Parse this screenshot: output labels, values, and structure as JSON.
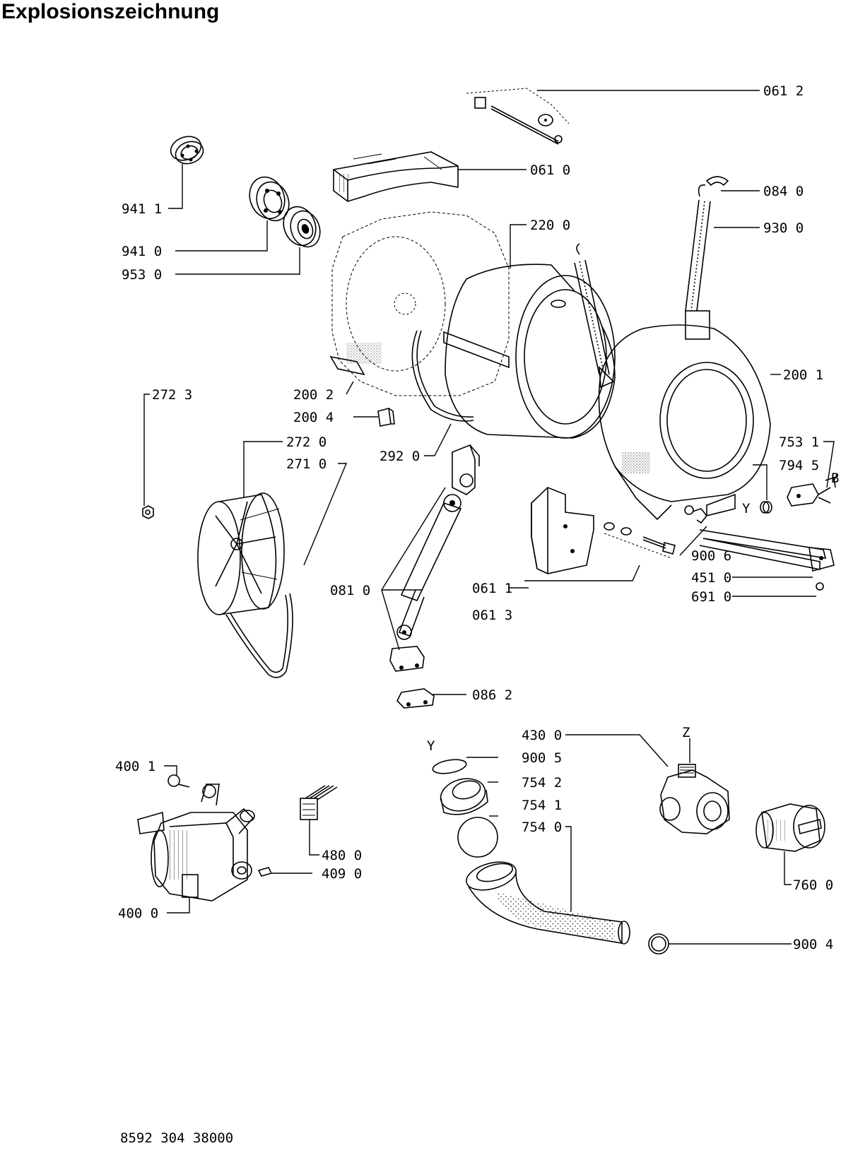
{
  "header": {
    "title": "Explosionszeichnung"
  },
  "footer": {
    "doc_number": "8592 304 38000"
  },
  "callouts": {
    "c0612": "061 2",
    "c0610": "061 0",
    "c0840": "084 0",
    "c9300": "930 0",
    "c2200": "220 0",
    "c9411": "941 1",
    "c9410": "941 0",
    "c9530": "953 0",
    "c2001": "200 1",
    "c2002": "200 2",
    "c2004": "200 4",
    "c2723": "272 3",
    "c2720": "272 0",
    "c2710": "271 0",
    "c2920": "292 0",
    "c7531": "753 1",
    "c7945": "794 5",
    "cB": "B",
    "cY1": "Y",
    "c0810": "081 0",
    "c0611": "061 1",
    "c0613": "061 3",
    "c9006": "900 6",
    "c4510": "451 0",
    "c6910": "691 0",
    "c0862": "086 2",
    "c4300": "430 0",
    "cZ": "Z",
    "cY2": "Y",
    "c9005": "900 5",
    "c7542": "754 2",
    "c7541": "754 1",
    "c7540": "754 0",
    "c4001": "400 1",
    "c4800": "480 0",
    "c4090": "409 0",
    "c4000": "400 0",
    "c7600": "760 0",
    "c9004": "900 4"
  }
}
